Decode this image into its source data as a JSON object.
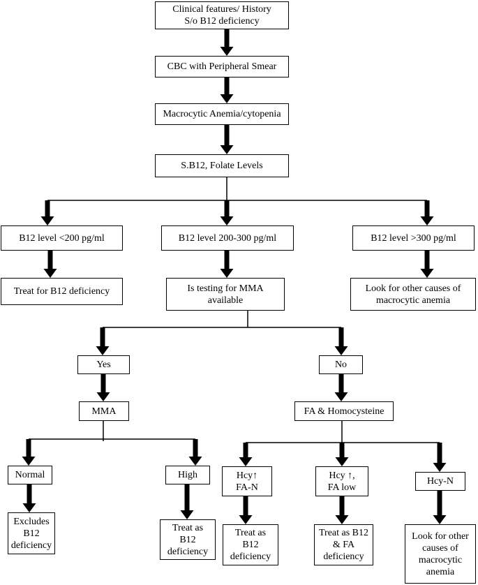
{
  "flowchart": {
    "nodes": {
      "clinical": "Clinical features/ History\nS/o B12 deficiency",
      "cbc": "CBC with Peripheral Smear",
      "macrocytic": "Macrocytic Anemia/cytopenia",
      "levels": "S.B12, Folate Levels",
      "low_b12": "B12 level <200 pg/ml",
      "mid_b12": "B12 level 200-300 pg/ml",
      "high_b12": "B12 level >300 pg/ml",
      "treat_b12": "Treat for B12 deficiency",
      "mma_testing": "Is testing for MMA\navailable",
      "other_causes_1": "Look for other causes of\nmacrocytic anemia",
      "yes": "Yes",
      "no": "No",
      "mma": "MMA",
      "fa_hcy": "FA & Homocysteine",
      "normal": "Normal",
      "high": "High",
      "hcy_up_fan": "Hcy↑\nFA-N",
      "hcy_up_falow": "Hcy ↑,\nFA low",
      "hcy_n": "Hcy-N",
      "excludes": "Excludes\nB12\ndeficiency",
      "treat_as_b12": "Treat as\nB12\ndeficiency",
      "treat_as_b12_2": "Treat as\nB12\ndeficiency",
      "treat_b12_fa": "Treat as B12\n& FA\ndeficiency",
      "other_causes_2": "Look for other\ncauses of\nmacrocytic\nanemia"
    }
  }
}
